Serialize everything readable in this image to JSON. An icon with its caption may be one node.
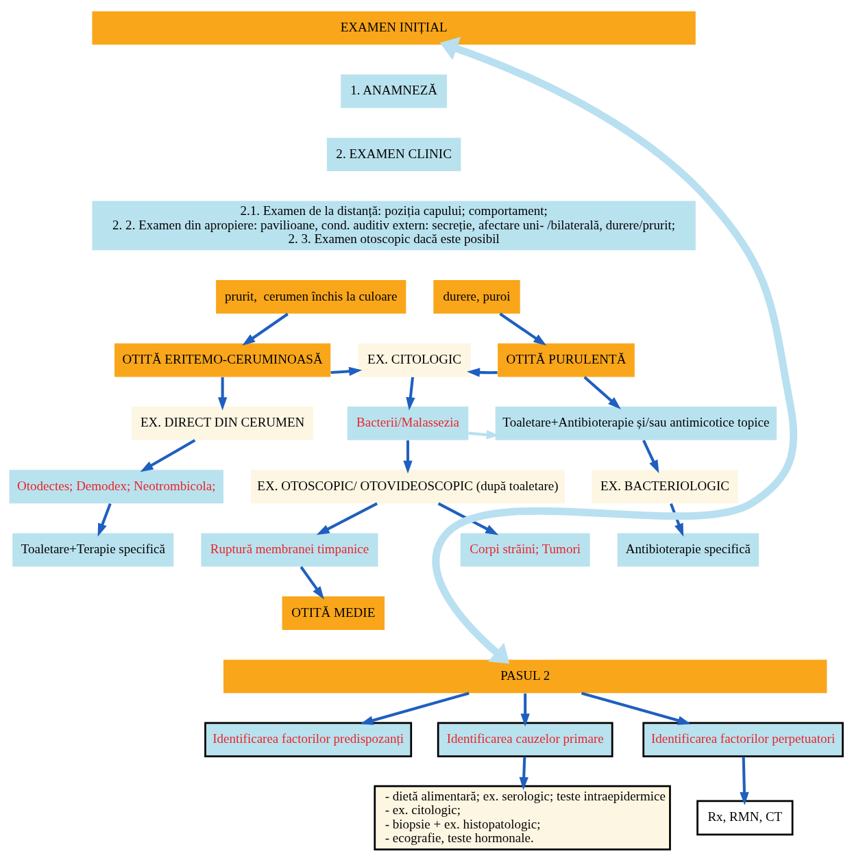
{
  "diagram": {
    "nodes": [
      {
        "text": [
          "EXAMEN INIȚIAL"
        ]
      },
      {
        "text": [
          "1. ANAMNEZĂ"
        ]
      },
      {
        "text": [
          "2. EXAMEN CLINIC"
        ]
      },
      {
        "text": [
          "2.1. Examen de la distanță: poziția capului; comportament;",
          "2. 2. Examen din apropiere: pavilioane, cond. auditiv extern: secreție, afectare uni- /bilaterală, durere/prurit;",
          "2. 3. Examen otoscopic dacă este posibil"
        ]
      },
      {
        "text": [
          "prurit,  cerumen închis la culoare"
        ]
      },
      {
        "text": [
          "durere, puroi"
        ]
      },
      {
        "text": [
          "OTITĂ ERITEMO-CERUMINOASĂ"
        ]
      },
      {
        "text": [
          "EX. CITOLOGIC"
        ]
      },
      {
        "text": [
          "OTITĂ PURULENTĂ"
        ]
      },
      {
        "text": [
          "EX. DIRECT DIN CERUMEN"
        ]
      },
      {
        "text": [
          "Bacterii/Malassezia"
        ]
      },
      {
        "text": [
          "Toaletare+Antibioterapie și/sau antimicotice topice"
        ]
      },
      {
        "text": [
          "Otodectes; Demodex; Neotrombicola;"
        ]
      },
      {
        "text": [
          "EX. OTOSCOPIC/ OTOVIDEOSCOPIC (după toaletare)"
        ]
      },
      {
        "text": [
          "EX. BACTERIOLOGIC"
        ]
      },
      {
        "text": [
          "Toaletare+Terapie specifică"
        ]
      },
      {
        "text": [
          "Antibioterapie specifică"
        ]
      },
      {
        "text": [
          "Ruptură membranei timpanice"
        ]
      },
      {
        "text": [
          "Corpi străini; Tumori"
        ]
      },
      {
        "text": [
          "OTITĂ MEDIE"
        ]
      },
      {
        "text": [
          "PASUL 2"
        ]
      },
      {
        "text": [
          "Identificarea factorilor predispozanți"
        ]
      },
      {
        "text": [
          "Identificarea cauzelor primare"
        ]
      },
      {
        "text": [
          "Identificarea factorilor perpetuatori"
        ]
      },
      {
        "text": [
          "- dietă alimentară; ex. serologic; teste intraepidermice",
          "- ex. citologic;",
          "- biopsie + ex. histopatologic;",
          "- ecografie, teste hormonale."
        ]
      },
      {
        "text": [
          "Rx, RMN, CT"
        ]
      }
    ],
    "edges": [
      {
        "from": 4,
        "to": 6,
        "arrow": "to"
      },
      {
        "from": 5,
        "to": 8,
        "arrow": "to"
      },
      {
        "from": 6,
        "to": 7,
        "arrow": "to"
      },
      {
        "from": 8,
        "to": 7,
        "arrow": "to"
      },
      {
        "from": 6,
        "to": 9,
        "arrow": "to"
      },
      {
        "from": 7,
        "to": 10,
        "arrow": "to"
      },
      {
        "from": 8,
        "to": 11,
        "arrow": "to"
      },
      {
        "from": 10,
        "to": 11,
        "arrow": "to",
        "color": "#b8e0f0"
      },
      {
        "from": 9,
        "to": 12,
        "arrow": "to"
      },
      {
        "from": 10,
        "to": 13,
        "arrow": "to"
      },
      {
        "from": 11,
        "to": 14,
        "arrow": "to"
      },
      {
        "from": 12,
        "to": 15,
        "arrow": "to"
      },
      {
        "from": 14,
        "to": 16,
        "arrow": "to"
      },
      {
        "from": 13,
        "to": 17,
        "arrow": "to"
      },
      {
        "from": 13,
        "to": 18,
        "arrow": "to"
      },
      {
        "from": 17,
        "to": 19,
        "arrow": "to"
      },
      {
        "from": 20,
        "to": 21,
        "arrow": "to"
      },
      {
        "from": 20,
        "to": 22,
        "arrow": "to"
      },
      {
        "from": 20,
        "to": 23,
        "arrow": "to"
      },
      {
        "from": 22,
        "to": 24,
        "arrow": "to"
      },
      {
        "from": 23,
        "to": 25,
        "arrow": "to"
      },
      {
        "from": 20,
        "to": 0,
        "arrow": "both",
        "style": "thick",
        "color": "#b8e0f0"
      }
    ]
  }
}
